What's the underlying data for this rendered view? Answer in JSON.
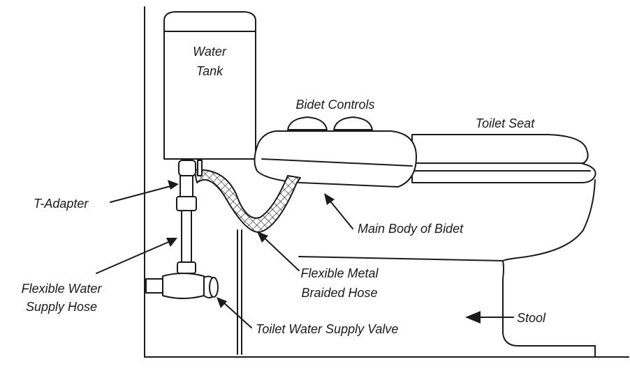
{
  "labels": {
    "water_tank_line1": "Water",
    "water_tank_line2": "Tank",
    "bidet_controls": "Bidet Controls",
    "toilet_seat": "Toilet Seat",
    "t_adapter": "T-Adapter",
    "main_body": "Main Body of Bidet",
    "flexible_water_line1": "Flexible Water",
    "flexible_water_line2": "Supply Hose",
    "braided_hose_line1": "Flexible Metal",
    "braided_hose_line2": "Braided Hose",
    "supply_valve": "Toilet Water Supply Valve",
    "stool": "Stool"
  },
  "colors": {
    "line": "#1a1a1a",
    "background": "#ffffff"
  }
}
